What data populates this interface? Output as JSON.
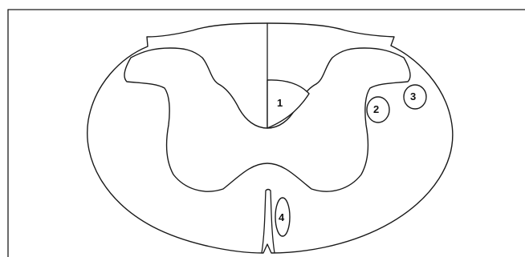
{
  "diagram": {
    "labels": {
      "region_1": "1",
      "region_2": "2",
      "region_3": "3",
      "region_4": "4"
    }
  }
}
